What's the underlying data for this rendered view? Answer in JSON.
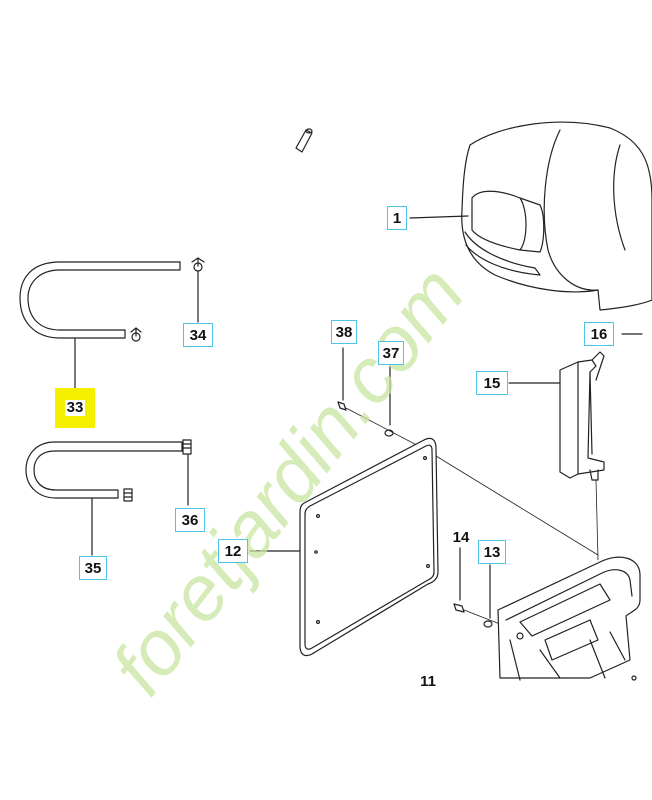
{
  "callouts": {
    "c1": "1",
    "c11": "11",
    "c12": "12",
    "c13": "13",
    "c14": "14",
    "c15": "15",
    "c16": "16",
    "c33": "33",
    "c34": "34",
    "c35": "35",
    "c36": "36",
    "c37": "37",
    "c38": "38"
  },
  "watermark": {
    "text": "foretjardin.com",
    "color": "#c8e6a0"
  },
  "colors": {
    "callout_border": "#4fc3e8",
    "highlight": "#f5f000",
    "line": "#222222"
  }
}
